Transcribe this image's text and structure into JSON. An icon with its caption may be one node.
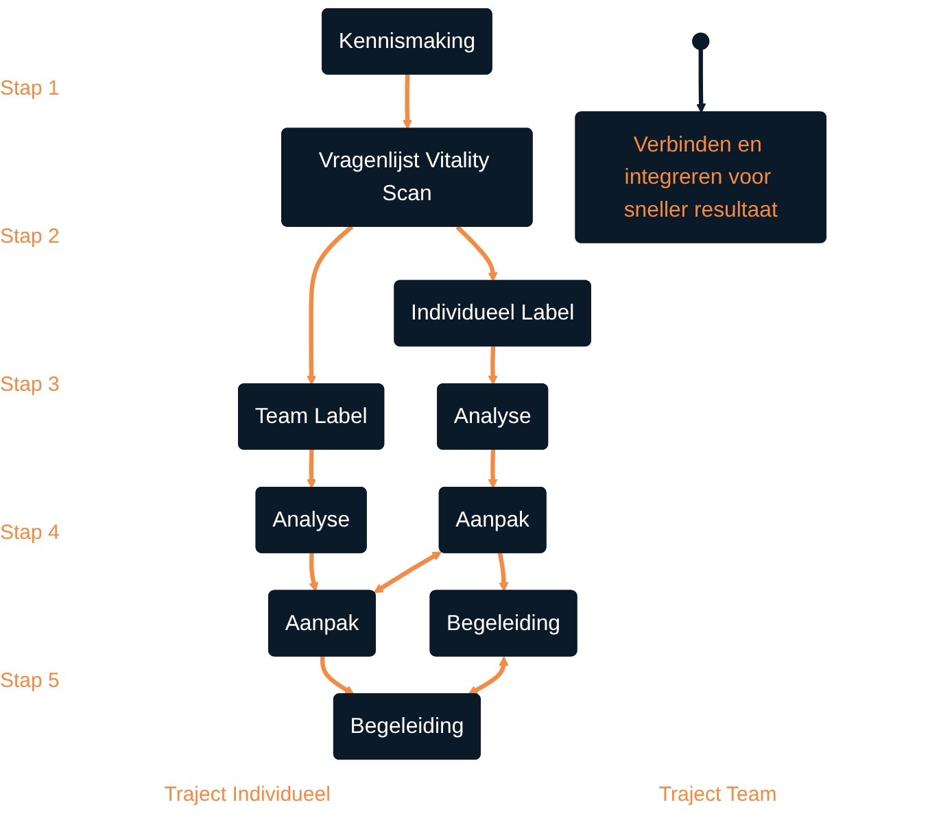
{
  "diagram": {
    "nodes": [
      {
        "text": [
          "Kennismaking"
        ]
      },
      {
        "text": [
          "Vragenlijst Vitality Scan"
        ]
      },
      {
        "text": [
          "Individueel Label"
        ]
      },
      {
        "text": [
          "Team Label"
        ]
      },
      {
        "text": [
          "Analyse"
        ]
      },
      {
        "text": [
          "Analyse"
        ]
      },
      {
        "text": [
          "Aanpak"
        ]
      },
      {
        "text": [
          "Aanpak"
        ]
      },
      {
        "text": [
          "Begeleiding"
        ]
      },
      {
        "text": [
          "Begeleiding"
        ]
      },
      {
        "text": [
          "Verbinden en integreren voor sneller resultaat"
        ]
      }
    ],
    "edges": [
      {
        "from": 0,
        "to": 1,
        "arrow": "to"
      },
      {
        "from": 1,
        "to": 2,
        "arrow": "to"
      },
      {
        "from": 1,
        "to": 3,
        "arrow": "to"
      },
      {
        "from": 2,
        "to": 4,
        "arrow": "to"
      },
      {
        "from": 3,
        "to": 5,
        "arrow": "to"
      },
      {
        "from": 4,
        "to": 6,
        "arrow": "to"
      },
      {
        "from": 5,
        "to": 7,
        "arrow": "to"
      },
      {
        "from": 6,
        "to": 8,
        "arrow": "to"
      },
      {
        "from": 7,
        "to": 9,
        "arrow": "to"
      },
      {
        "from": 6,
        "to": 7,
        "arrow": "both"
      },
      {
        "from": 8,
        "to": 9,
        "arrow": "both"
      },
      {
        "from": null,
        "to": 10,
        "arrow": "to",
        "color": "#0b1a28"
      }
    ],
    "labels": [
      "Stap 1",
      "Stap 2",
      "Stap 3",
      "Stap 4",
      "Stap 5",
      "Traject Individueel",
      "Traject Team"
    ]
  }
}
